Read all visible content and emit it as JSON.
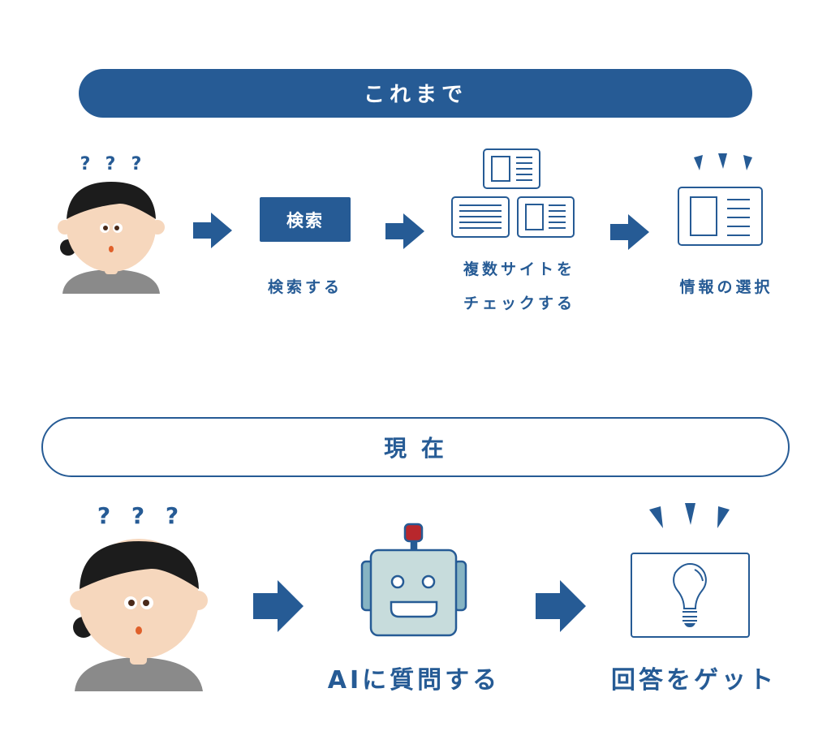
{
  "colors": {
    "primary": "#265b95",
    "skin": "#f6d7bd",
    "hair": "#1c1c1c",
    "shirt": "#8a8a8a",
    "robot_face": "#c7dcdc",
    "robot_ear": "#86b4c3",
    "antenna": "#b8272c"
  },
  "before": {
    "title": "これまで",
    "question_marks": [
      "?",
      "?",
      "?"
    ],
    "search_box": "検索",
    "step1": "検索する",
    "step2_line1": "複数サイトを",
    "step2_line2": "チェックする",
    "step3": "情報の選択"
  },
  "now": {
    "title": "現 在",
    "question_marks": [
      "?",
      "?",
      "?"
    ],
    "step1": "AIに質問する",
    "step2": "回答をゲット"
  }
}
